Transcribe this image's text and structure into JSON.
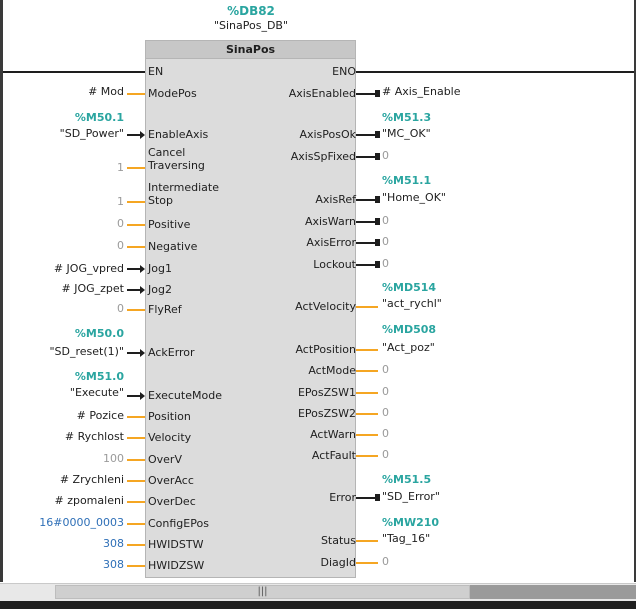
{
  "block": {
    "db_address": "%DB82",
    "db_name": "\"SinaPos_DB\"",
    "title": "SinaPos"
  },
  "inputs": {
    "en": "EN",
    "modepos": "ModePos",
    "enableaxis": "EnableAxis",
    "canceltraversing": "Cancel\nTraversing",
    "intermediatestop": "Intermediate\nStop",
    "positive": "Positive",
    "negative": "Negative",
    "jog1": "Jog1",
    "jog2": "Jog2",
    "flyref": "FlyRef",
    "ackerror": "AckError",
    "executemode": "ExecuteMode",
    "position": "Position",
    "velocity": "Velocity",
    "overv": "OverV",
    "overacc": "OverAcc",
    "overdec": "OverDec",
    "configepos": "ConfigEPos",
    "hwidstw": "HWIDSTW",
    "hwidzsw": "HWIDZSW"
  },
  "outputs": {
    "eno": "ENO",
    "axisenabled": "AxisEnabled",
    "axisposok": "AxisPosOk",
    "axisspfixed": "AxisSpFixed",
    "axisref": "AxisRef",
    "axiswarn": "AxisWarn",
    "axiserror": "AxisError",
    "lockout": "Lockout",
    "actvelocity": "ActVelocity",
    "actposition": "ActPosition",
    "actmode": "ActMode",
    "eposzsw1": "EPosZSW1",
    "eposzsw2": "EPosZSW2",
    "actwarn": "ActWarn",
    "actfault": "ActFault",
    "error": "Error",
    "status": "Status",
    "diagid": "DiagId"
  },
  "left_operands": {
    "mod": "# Mod",
    "m50_1_addr": "%M50.1",
    "m50_1_name": "\"SD_Power\"",
    "cancel_val": "1",
    "stop_val": "1",
    "positive_val": "0",
    "negative_val": "0",
    "jog_vpred": "# JOG_vpred",
    "jog_zpet": "# JOG_zpet",
    "flyref_val": "0",
    "m50_0_addr": "%M50.0",
    "m50_0_name": "\"SD_reset(1)\"",
    "m51_0_addr": "%M51.0",
    "m51_0_name": "\"Execute\"",
    "pozice": "# Pozice",
    "rychlost": "# Rychlost",
    "overv_val": "100",
    "zrychleni": "# Zrychleni",
    "zpomaleni": "# zpomaleni",
    "configepos_val": "16#0000_0003",
    "hwidstw_val": "308",
    "hwidzsw_val": "308"
  },
  "right_operands": {
    "axis_enable": "# Axis_Enable",
    "m51_3_addr": "%M51.3",
    "m51_3_name": "\"MC_OK\"",
    "axisspfixed_val": "0",
    "m51_1_addr": "%M51.1",
    "m51_1_name": "\"Home_OK\"",
    "axiswarn_val": "0",
    "axiserror_val": "0",
    "lockout_val": "0",
    "md514_addr": "%MD514",
    "md514_name": "\"act_rychl\"",
    "md508_addr": "%MD508",
    "md508_name": "\"Act_poz\"",
    "actmode_val": "0",
    "eposzsw1_val": "0",
    "eposzsw2_val": "0",
    "actwarn_val": "0",
    "actfault_val": "0",
    "m51_5_addr": "%M51.5",
    "m51_5_name": "\"SD_Error\"",
    "mw210_addr": "%MW210",
    "mw210_name": "\"Tag_16\"",
    "diagid_val": "0"
  },
  "scrollbar": {
    "grip": "|||"
  },
  "colors": {
    "address": "#2aa5a0",
    "bool_wire": "#1e1e1e",
    "value_wire": "#f5a623",
    "constant": "#9a9a9a",
    "hex_constant": "#2e6fb7"
  }
}
